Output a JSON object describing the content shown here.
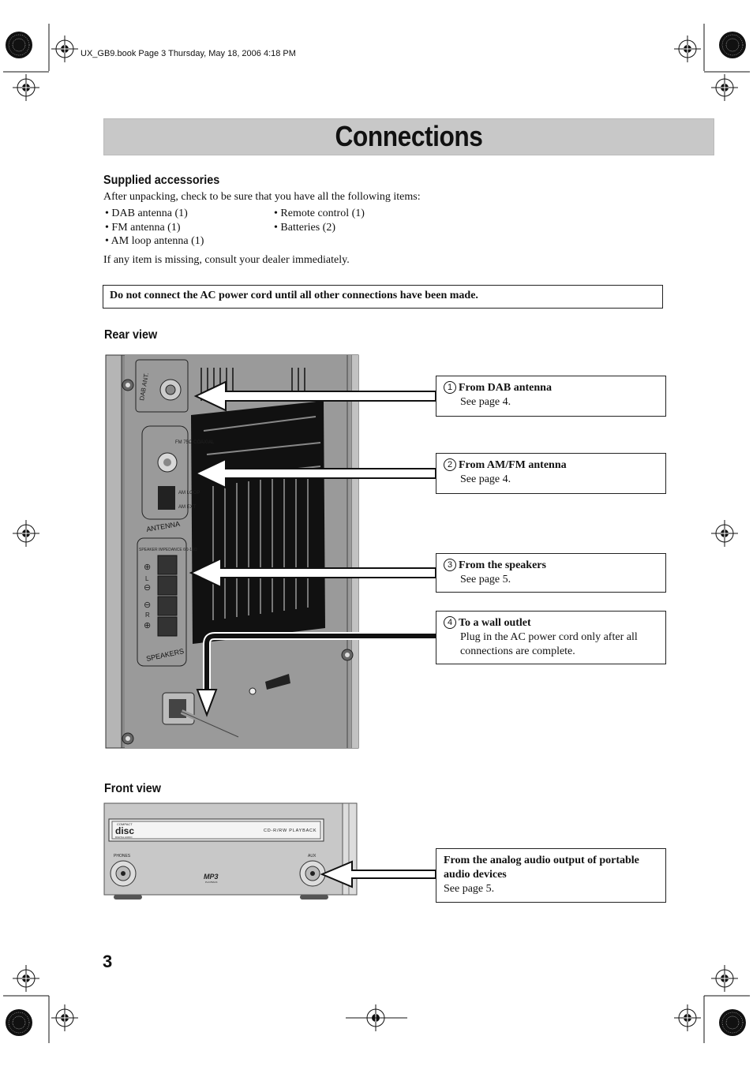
{
  "print_header": "UX_GB9.book  Page 3  Thursday, May 18, 2006  4:18 PM",
  "title": "Connections",
  "accessories": {
    "heading": "Supplied accessories",
    "intro": "After unpacking, check to be sure that you have all the following items:",
    "items_left": [
      "• DAB antenna (1)",
      "• FM antenna (1)",
      "• AM loop antenna (1)"
    ],
    "items_right": [
      "• Remote control (1)",
      "• Batteries (2)"
    ],
    "missing": "If any item is missing, consult your dealer immediately."
  },
  "warning": "Do not connect the AC power cord until all other connections have been made.",
  "rear_view": {
    "heading": "Rear view",
    "panel_labels": {
      "dab": "DAB ANT.",
      "fm": "FM 75Ω COAXIAL",
      "am_loop": "AM LOOP",
      "am_ext": "AM EXT",
      "antenna": "ANTENNA",
      "speaker_impedance": "SPEAKER IMPEDANCE 6Ω-16Ω",
      "speakers": "SPEAKERS",
      "l": "L",
      "r": "R",
      "plus": "⊕",
      "minus": "⊖"
    },
    "callouts": [
      {
        "num": "1",
        "title": "From DAB antenna",
        "text": "See page 4."
      },
      {
        "num": "2",
        "title": "From AM/FM antenna",
        "text": "See page 4."
      },
      {
        "num": "3",
        "title": "From the speakers",
        "text": "See page 5."
      },
      {
        "num": "4",
        "title": "To a wall outlet",
        "text1": "Plug in the AC power cord only after all",
        "text2": "connections are complete."
      }
    ]
  },
  "front_view": {
    "heading": "Front view",
    "phones_label": "PHONES",
    "aux_label": "AUX",
    "cd_label": "CD-R/RW PLAYBACK",
    "disc_logo_top": "COMPACT",
    "disc_logo_main": "disc",
    "disc_logo_bottom": "DIGITAL AUDIO",
    "mp3_logo": "MP3",
    "mp3_sub": "PLAYBACK",
    "callout": {
      "title1": "From the analog audio output of portable",
      "title2": "audio devices",
      "text": "See page 5."
    }
  },
  "page_number": "3"
}
